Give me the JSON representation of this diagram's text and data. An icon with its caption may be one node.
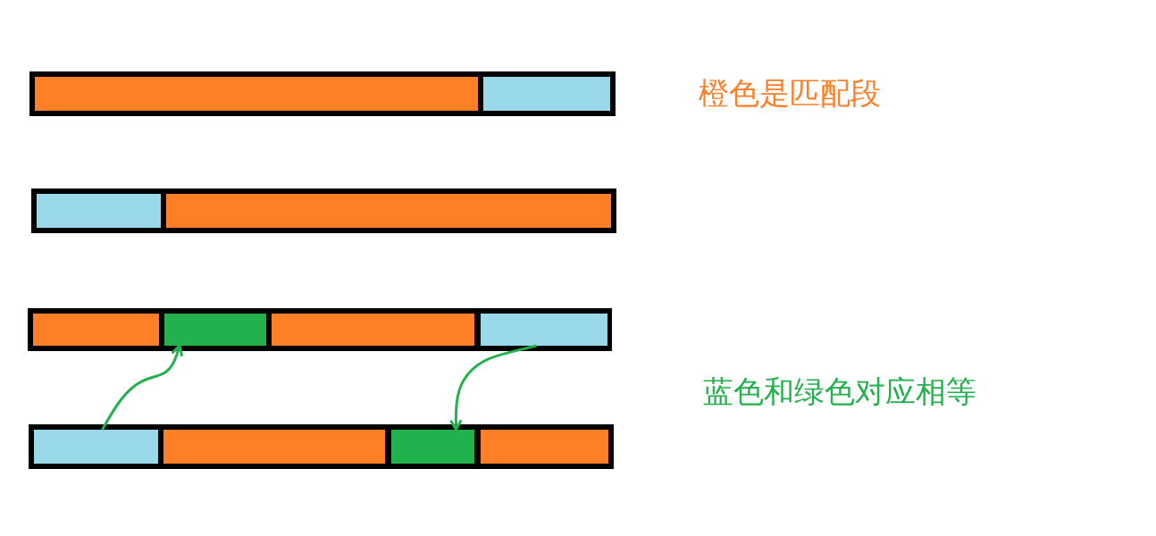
{
  "diagram": {
    "nodes": [
      {
        "text": [],
        "shape": "bar"
      },
      {
        "text": [],
        "shape": "bar",
        "in": 0
      },
      {
        "text": [],
        "shape": "bar",
        "in": 0
      },
      {
        "text": [],
        "shape": "bar"
      },
      {
        "text": [],
        "shape": "bar",
        "in": 3
      },
      {
        "text": [],
        "shape": "bar",
        "in": 3
      },
      {
        "text": [],
        "shape": "bar"
      },
      {
        "text": [],
        "shape": "bar",
        "in": 6
      },
      {
        "text": [],
        "shape": "bar",
        "in": 6
      },
      {
        "text": [],
        "shape": "bar",
        "in": 6
      },
      {
        "text": [],
        "shape": "bar",
        "in": 6
      },
      {
        "text": [],
        "shape": "bar"
      },
      {
        "text": [],
        "shape": "bar",
        "in": 11
      },
      {
        "text": [],
        "shape": "bar",
        "in": 11
      },
      {
        "text": [],
        "shape": "bar",
        "in": 11
      },
      {
        "text": [],
        "shape": "bar",
        "in": 11
      }
    ],
    "edges": [
      {
        "from": 12,
        "to": 8,
        "arrow": "to"
      },
      {
        "from": 10,
        "to": 14,
        "arrow": "to"
      }
    ],
    "labels": [
      "橙色是匹配段",
      "蓝色和绿色对应相等"
    ]
  }
}
